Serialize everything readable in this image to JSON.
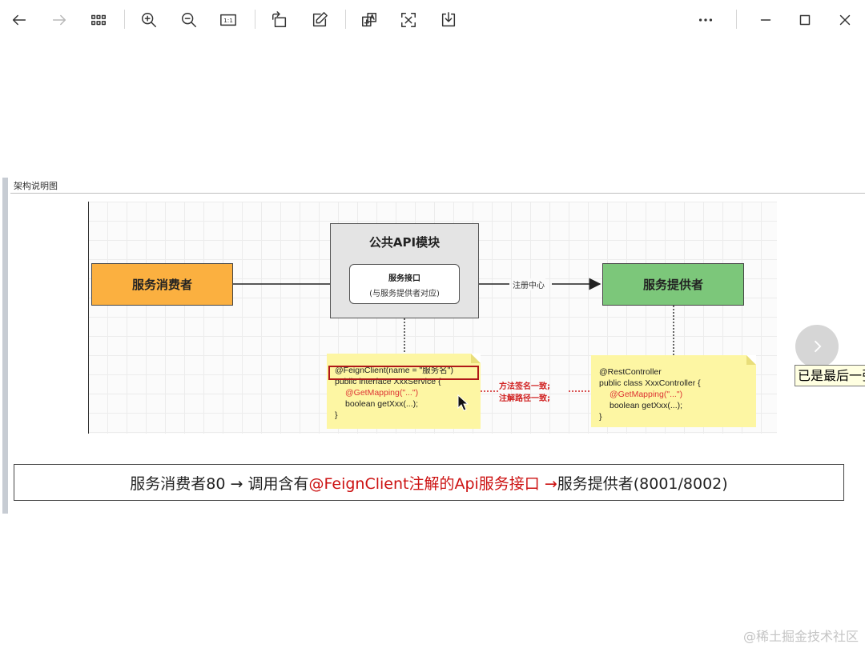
{
  "toolbar": {
    "icons": [
      "arrow-left-icon",
      "arrow-right-icon",
      "grid-icon",
      "zoom-in-icon",
      "zoom-out-icon",
      "actual-size-icon",
      "rotate-icon",
      "edit-icon",
      "translate-icon",
      "ocr-icon",
      "download-icon",
      "more-icon",
      "minimize-icon",
      "maximize-icon",
      "close-icon"
    ],
    "actual_size_label": "1:1",
    "disabled_color": "#b8b8b8"
  },
  "document": {
    "label": "架构说明图"
  },
  "diagram": {
    "consumer_label": "服务消费者",
    "provider_label": "服务提供者",
    "module_title": "公共API模块",
    "interface_title": "服务接口",
    "interface_subtitle": "(与服务提供者对应)",
    "registry_label": "注册中心",
    "left_note": {
      "line1": "@FeignClient(name = \"服务名\")",
      "line2": "public interface XxxService {",
      "line3": "@GetMapping(\"...\")",
      "line4": "boolean getXxx(...);",
      "line5": "}"
    },
    "right_note": {
      "line1": "@RestController",
      "line2": "public class XxxController {",
      "line3": "@GetMapping(\"...\")",
      "line4": "boolean getXxx(...);",
      "line5": "}"
    },
    "match_line1": "方法签名一致;",
    "match_line2": "注解路径一致;",
    "colors": {
      "consumer": "#fbb040",
      "provider": "#7cc77a",
      "note": "#fdf6a3",
      "highlight": "#b01818"
    }
  },
  "caption": {
    "part1": "服务消费者80 → 调用含有",
    "part2": "@FeignClient注解的Api服务接口 →",
    "part3": " 服务提供者(8001/8002)"
  },
  "viewer": {
    "tooltip": "已是最后一张"
  },
  "watermark": "@稀土掘金技术社区"
}
